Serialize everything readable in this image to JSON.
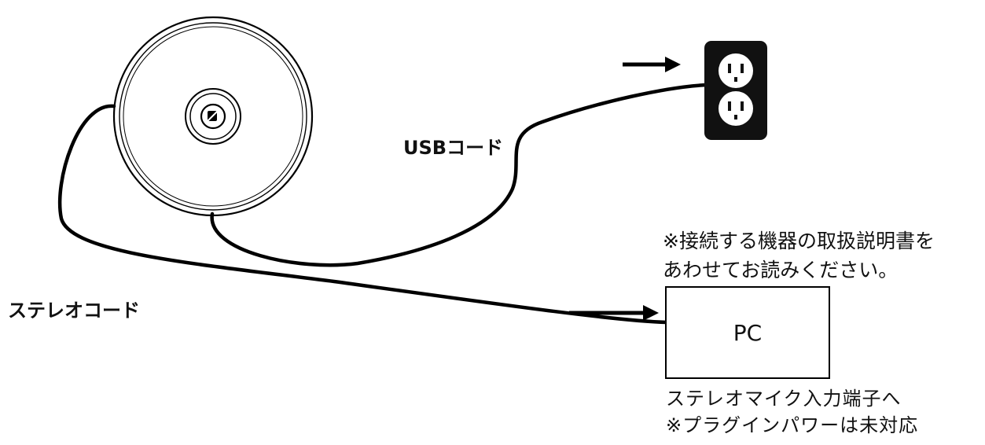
{
  "labels": {
    "usb_cord": "USBコード",
    "stereo_cord": "ステレオコード",
    "pc": "PC",
    "note_manual_line1": "※接続する機器の取扱説明書を",
    "note_manual_line2": "あわせてお読みください。",
    "note_input_line1": "ステレオマイク入力端子へ",
    "note_input_line2": "※プラグインパワーは未対応"
  },
  "colors": {
    "line": "#000000",
    "outlet_face": "#111111",
    "outlet_socket": "#ffffff",
    "background": "#ffffff"
  },
  "icons": {
    "device": "round-speakerphone-icon",
    "outlet": "power-outlet-icon",
    "arrows": "arrow-right-icon"
  }
}
